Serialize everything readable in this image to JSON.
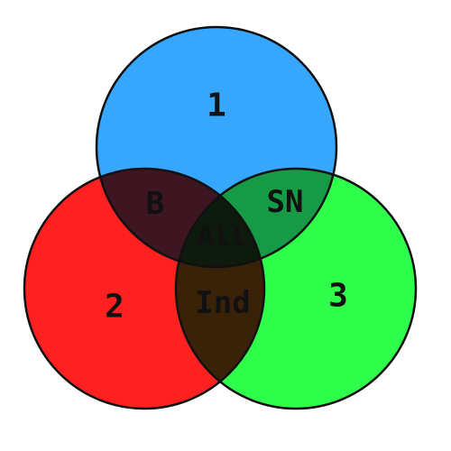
{
  "sets": [
    {
      "label": "1",
      "color": "#36a6ff"
    },
    {
      "label": "2",
      "color": "#ff2020"
    },
    {
      "label": "3",
      "color": "#2dff4a"
    }
  ],
  "regions": {
    "one_two": {
      "label": "B",
      "color": "#3d1622"
    },
    "one_three": {
      "label": "SN",
      "color": "#179a46"
    },
    "two_three": {
      "label": "Ind",
      "color": "#3a2209"
    },
    "all": {
      "label": "All",
      "color": "#0e1a0d"
    }
  }
}
